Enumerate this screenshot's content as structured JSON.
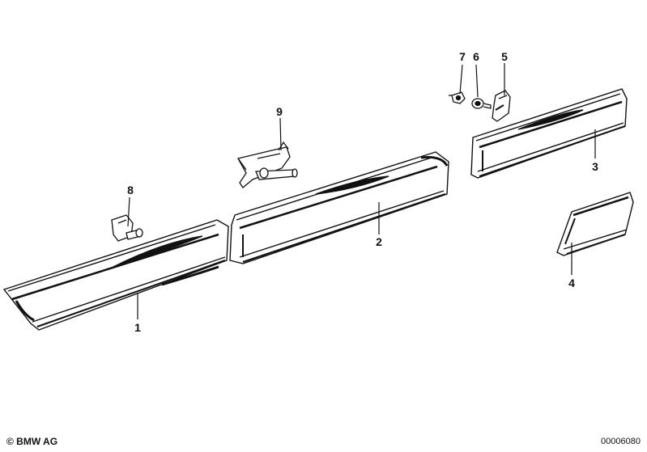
{
  "callouts": {
    "p1": "1",
    "p2": "2",
    "p3": "3",
    "p4": "4",
    "p5": "5",
    "p6": "6",
    "p7": "7",
    "p8": "8",
    "p9": "9"
  },
  "footer": {
    "copyright": "© BMW AG",
    "diagram_number": "00006080"
  }
}
